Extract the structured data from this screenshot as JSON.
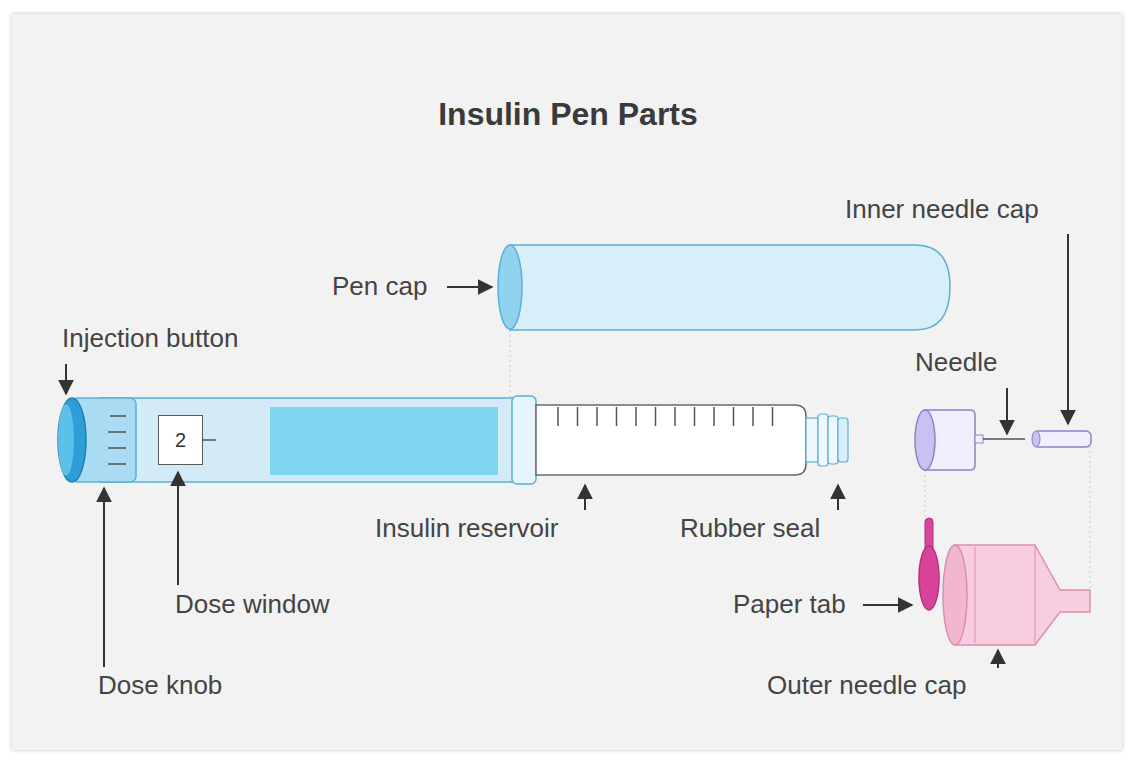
{
  "diagram": {
    "title": "Insulin Pen Parts",
    "nodes": [
      {
        "text": [
          "2"
        ]
      }
    ],
    "labels": [
      "Pen cap",
      "Inner needle cap",
      "Injection button",
      "Needle",
      "Insulin reservoir",
      "Rubber seal",
      "Dose window",
      "Paper tab",
      "Outer needle cap",
      "Dose knob"
    ]
  }
}
